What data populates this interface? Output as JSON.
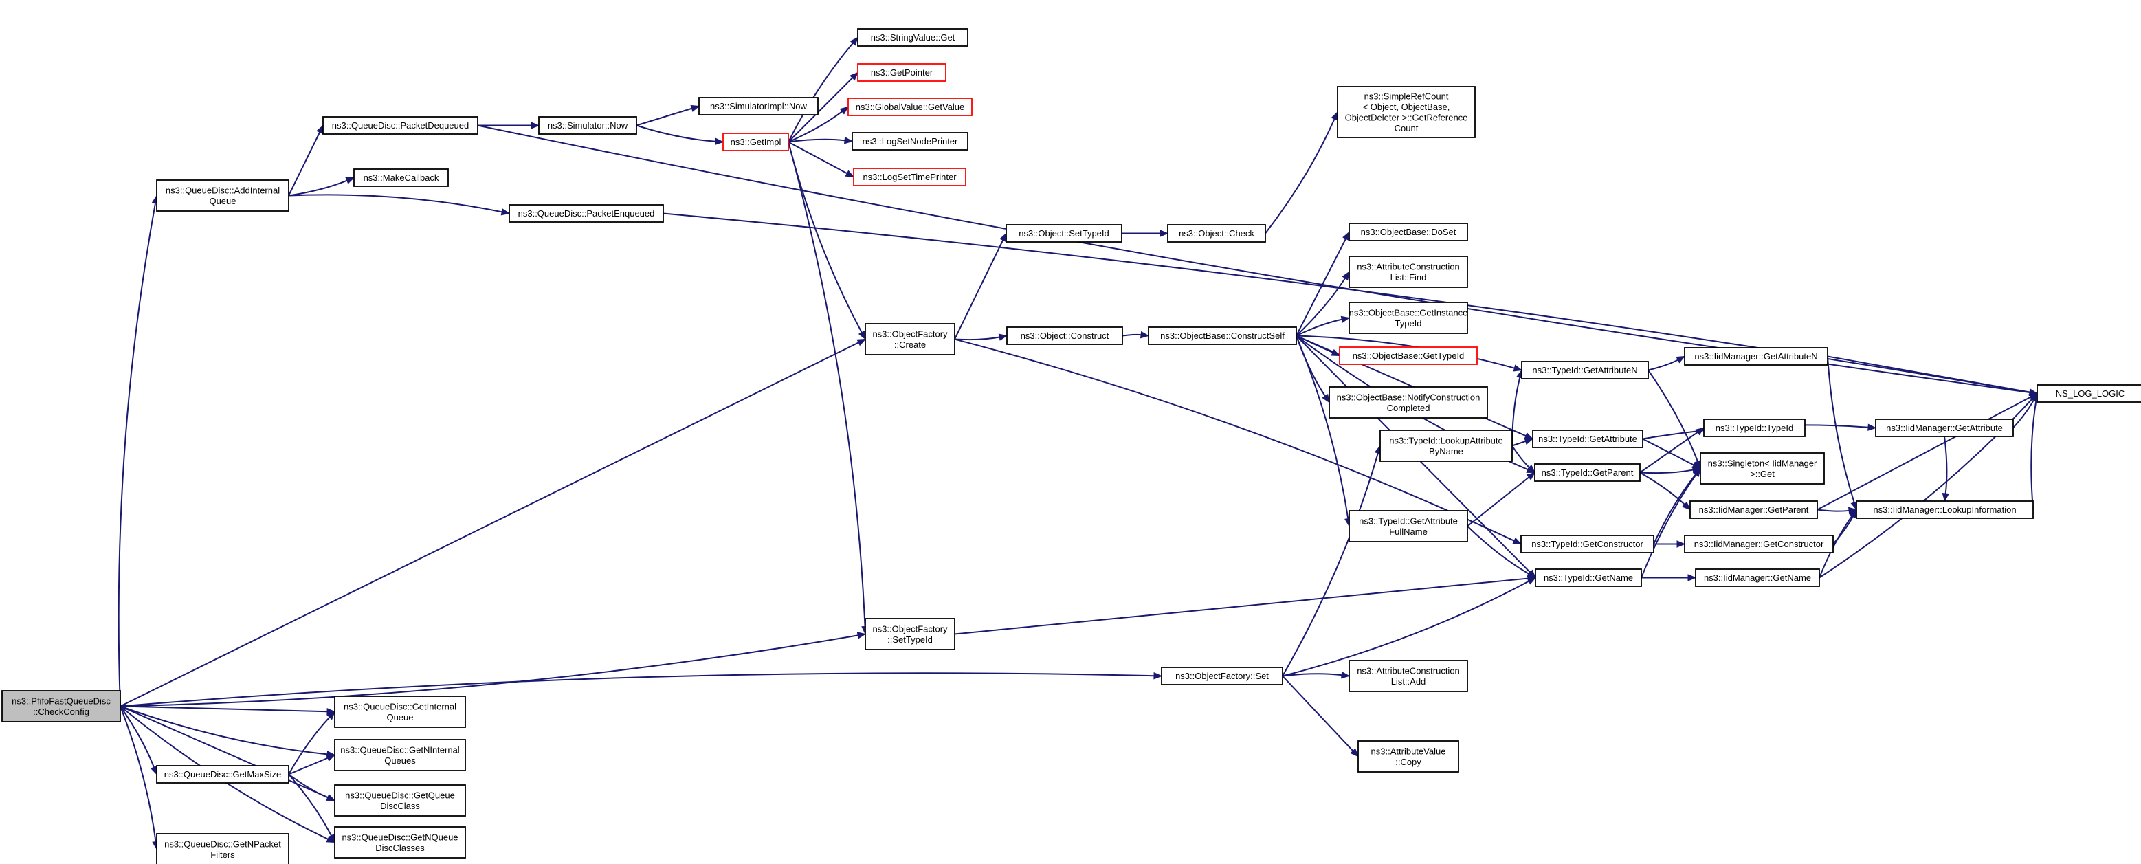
{
  "graph": {
    "nodes": [
      {
        "id": "root",
        "lines": [
          "ns3::PfifoFastQueueDisc",
          "::CheckConfig"
        ],
        "style": "root"
      },
      {
        "id": "addInternalQueue",
        "lines": [
          "ns3::QueueDisc::AddInternal",
          "Queue"
        ],
        "style": "normal"
      },
      {
        "id": "packetDequeued",
        "lines": [
          "ns3::QueueDisc::PacketDequeued"
        ],
        "style": "normal"
      },
      {
        "id": "makeCallback",
        "lines": [
          "ns3::MakeCallback"
        ],
        "style": "normal"
      },
      {
        "id": "packetEnqueued",
        "lines": [
          "ns3::QueueDisc::PacketEnqueued"
        ],
        "style": "normal"
      },
      {
        "id": "simulatorNow",
        "lines": [
          "ns3::Simulator::Now"
        ],
        "style": "normal"
      },
      {
        "id": "simulatorImplNow",
        "lines": [
          "ns3::SimulatorImpl::Now"
        ],
        "style": "normal"
      },
      {
        "id": "getImpl",
        "lines": [
          "ns3::GetImpl"
        ],
        "style": "red"
      },
      {
        "id": "stringValueGet",
        "lines": [
          "ns3::StringValue::Get"
        ],
        "style": "normal"
      },
      {
        "id": "getPointer",
        "lines": [
          "ns3::GetPointer"
        ],
        "style": "red"
      },
      {
        "id": "globalValueGetValue",
        "lines": [
          "ns3::GlobalValue::GetValue"
        ],
        "style": "red"
      },
      {
        "id": "logSetNodePrinter",
        "lines": [
          "ns3::LogSetNodePrinter"
        ],
        "style": "normal"
      },
      {
        "id": "logSetTimePrinter",
        "lines": [
          "ns3::LogSetTimePrinter"
        ],
        "style": "red"
      },
      {
        "id": "objectFactoryCreate",
        "lines": [
          "ns3::ObjectFactory",
          "::Create"
        ],
        "style": "normal"
      },
      {
        "id": "objectSetTypeId",
        "lines": [
          "ns3::Object::SetTypeId"
        ],
        "style": "normal"
      },
      {
        "id": "objectCheck",
        "lines": [
          "ns3::Object::Check"
        ],
        "style": "normal"
      },
      {
        "id": "simpleRefCount",
        "lines": [
          "ns3::SimpleRefCount",
          "< Object, ObjectBase,",
          "ObjectDeleter >::GetReference",
          "Count"
        ],
        "style": "normal"
      },
      {
        "id": "objectConstruct",
        "lines": [
          "ns3::Object::Construct"
        ],
        "style": "normal"
      },
      {
        "id": "constructSelf",
        "lines": [
          "ns3::ObjectBase::ConstructSelf"
        ],
        "style": "normal"
      },
      {
        "id": "doSet",
        "lines": [
          "ns3::ObjectBase::DoSet"
        ],
        "style": "normal"
      },
      {
        "id": "aclFind",
        "lines": [
          "ns3::AttributeConstruction",
          "List::Find"
        ],
        "style": "normal"
      },
      {
        "id": "getInstanceTypeId",
        "lines": [
          "ns3::ObjectBase::GetInstance",
          "TypeId"
        ],
        "style": "normal"
      },
      {
        "id": "objectBaseGetTypeId",
        "lines": [
          "ns3::ObjectBase::GetTypeId"
        ],
        "style": "red"
      },
      {
        "id": "notifyConstructionCompleted",
        "lines": [
          "ns3::ObjectBase::NotifyConstruction",
          "Completed"
        ],
        "style": "normal"
      },
      {
        "id": "typeIdGetAttributeN",
        "lines": [
          "ns3::TypeId::GetAttributeN"
        ],
        "style": "normal"
      },
      {
        "id": "iidGetAttributeN",
        "lines": [
          "ns3::IidManager::GetAttributeN"
        ],
        "style": "normal"
      },
      {
        "id": "nsLogLogic",
        "lines": [
          "NS_LOG_LOGIC"
        ],
        "style": "normal"
      },
      {
        "id": "lookupAttributeByName",
        "lines": [
          "ns3::TypeId::LookupAttribute",
          "ByName"
        ],
        "style": "normal"
      },
      {
        "id": "typeIdGetAttribute",
        "lines": [
          "ns3::TypeId::GetAttribute"
        ],
        "style": "normal"
      },
      {
        "id": "iidGetAttribute",
        "lines": [
          "ns3::IidManager::GetAttribute"
        ],
        "style": "normal"
      },
      {
        "id": "typeIdTypeId",
        "lines": [
          "ns3::TypeId::TypeId"
        ],
        "style": "normal"
      },
      {
        "id": "typeIdGetParent",
        "lines": [
          "ns3::TypeId::GetParent"
        ],
        "style": "normal"
      },
      {
        "id": "singletonGet",
        "lines": [
          "ns3::Singleton< IidManager",
          ">::Get"
        ],
        "style": "normal"
      },
      {
        "id": "iidGetParent",
        "lines": [
          "ns3::IidManager::GetParent"
        ],
        "style": "normal"
      },
      {
        "id": "lookupInformation",
        "lines": [
          "ns3::IidManager::LookupInformation"
        ],
        "style": "normal"
      },
      {
        "id": "getAttributeFullName",
        "lines": [
          "ns3::TypeId::GetAttribute",
          "FullName"
        ],
        "style": "normal"
      },
      {
        "id": "typeIdGetConstructor",
        "lines": [
          "ns3::TypeId::GetConstructor"
        ],
        "style": "normal"
      },
      {
        "id": "iidGetConstructor",
        "lines": [
          "ns3::IidManager::GetConstructor"
        ],
        "style": "normal"
      },
      {
        "id": "typeIdGetName",
        "lines": [
          "ns3::TypeId::GetName"
        ],
        "style": "normal"
      },
      {
        "id": "iidGetName",
        "lines": [
          "ns3::IidManager::GetName"
        ],
        "style": "normal"
      },
      {
        "id": "objectFactorySetTypeId",
        "lines": [
          "ns3::ObjectFactory",
          "::SetTypeId"
        ],
        "style": "normal"
      },
      {
        "id": "objectFactorySet",
        "lines": [
          "ns3::ObjectFactory::Set"
        ],
        "style": "normal"
      },
      {
        "id": "aclAdd",
        "lines": [
          "ns3::AttributeConstruction",
          "List::Add"
        ],
        "style": "normal"
      },
      {
        "id": "attributeValueCopy",
        "lines": [
          "ns3::AttributeValue",
          "::Copy"
        ],
        "style": "normal"
      },
      {
        "id": "getInternalQueue",
        "lines": [
          "ns3::QueueDisc::GetInternal",
          "Queue"
        ],
        "style": "normal"
      },
      {
        "id": "getNInternalQueues",
        "lines": [
          "ns3::QueueDisc::GetNInternal",
          "Queues"
        ],
        "style": "normal"
      },
      {
        "id": "getMaxSize",
        "lines": [
          "ns3::QueueDisc::GetMaxSize"
        ],
        "style": "normal"
      },
      {
        "id": "getQueueDiscClass",
        "lines": [
          "ns3::QueueDisc::GetQueue",
          "DiscClass"
        ],
        "style": "normal"
      },
      {
        "id": "getNQueueDiscClasses",
        "lines": [
          "ns3::QueueDisc::GetNQueue",
          "DiscClasses"
        ],
        "style": "normal"
      },
      {
        "id": "getNPacketFilters",
        "lines": [
          "ns3::QueueDisc::GetNPacket",
          "Filters"
        ],
        "style": "normal"
      }
    ],
    "edges": [
      [
        "root",
        "addInternalQueue"
      ],
      [
        "root",
        "objectFactoryCreate"
      ],
      [
        "root",
        "objectFactorySetTypeId"
      ],
      [
        "root",
        "objectFactorySet"
      ],
      [
        "root",
        "getInternalQueue"
      ],
      [
        "root",
        "getNInternalQueues"
      ],
      [
        "root",
        "getMaxSize"
      ],
      [
        "root",
        "getQueueDiscClass"
      ],
      [
        "root",
        "getNQueueDiscClasses"
      ],
      [
        "root",
        "getNPacketFilters"
      ],
      [
        "addInternalQueue",
        "packetDequeued"
      ],
      [
        "addInternalQueue",
        "makeCallback"
      ],
      [
        "addInternalQueue",
        "packetEnqueued"
      ],
      [
        "packetDequeued",
        "simulatorNow"
      ],
      [
        "packetDequeued",
        "nsLogLogic"
      ],
      [
        "packetEnqueued",
        "nsLogLogic"
      ],
      [
        "simulatorNow",
        "simulatorImplNow"
      ],
      [
        "simulatorNow",
        "getImpl"
      ],
      [
        "getImpl",
        "stringValueGet"
      ],
      [
        "getImpl",
        "getPointer"
      ],
      [
        "getImpl",
        "globalValueGetValue"
      ],
      [
        "getImpl",
        "logSetNodePrinter"
      ],
      [
        "getImpl",
        "logSetTimePrinter"
      ],
      [
        "getImpl",
        "objectFactoryCreate"
      ],
      [
        "getImpl",
        "objectFactorySetTypeId"
      ],
      [
        "objectFactoryCreate",
        "objectSetTypeId"
      ],
      [
        "objectFactoryCreate",
        "objectConstruct"
      ],
      [
        "objectFactoryCreate",
        "typeIdGetConstructor"
      ],
      [
        "objectSetTypeId",
        "objectCheck"
      ],
      [
        "objectCheck",
        "simpleRefCount"
      ],
      [
        "objectConstruct",
        "constructSelf"
      ],
      [
        "constructSelf",
        "doSet"
      ],
      [
        "constructSelf",
        "aclFind"
      ],
      [
        "constructSelf",
        "getInstanceTypeId"
      ],
      [
        "constructSelf",
        "objectBaseGetTypeId"
      ],
      [
        "constructSelf",
        "notifyConstructionCompleted"
      ],
      [
        "constructSelf",
        "typeIdGetAttributeN"
      ],
      [
        "constructSelf",
        "typeIdGetAttribute"
      ],
      [
        "constructSelf",
        "typeIdGetParent"
      ],
      [
        "constructSelf",
        "getAttributeFullName"
      ],
      [
        "constructSelf",
        "typeIdGetName"
      ],
      [
        "typeIdGetAttributeN",
        "iidGetAttributeN"
      ],
      [
        "typeIdGetAttributeN",
        "singletonGet"
      ],
      [
        "iidGetAttributeN",
        "nsLogLogic"
      ],
      [
        "iidGetAttributeN",
        "lookupInformation"
      ],
      [
        "lookupAttributeByName",
        "typeIdGetAttributeN"
      ],
      [
        "lookupAttributeByName",
        "typeIdGetAttribute"
      ],
      [
        "lookupAttributeByName",
        "typeIdGetParent"
      ],
      [
        "typeIdGetAttribute",
        "iidGetAttribute"
      ],
      [
        "typeIdGetAttribute",
        "singletonGet"
      ],
      [
        "iidGetAttribute",
        "nsLogLogic"
      ],
      [
        "iidGetAttribute",
        "lookupInformation"
      ],
      [
        "typeIdGetParent",
        "typeIdTypeId"
      ],
      [
        "typeIdGetParent",
        "singletonGet"
      ],
      [
        "typeIdGetParent",
        "iidGetParent"
      ],
      [
        "iidGetParent",
        "nsLogLogic"
      ],
      [
        "iidGetParent",
        "lookupInformation"
      ],
      [
        "lookupInformation",
        "nsLogLogic"
      ],
      [
        "getAttributeFullName",
        "typeIdGetParent"
      ],
      [
        "getAttributeFullName",
        "typeIdGetName"
      ],
      [
        "typeIdGetConstructor",
        "singletonGet"
      ],
      [
        "typeIdGetConstructor",
        "iidGetConstructor"
      ],
      [
        "iidGetConstructor",
        "lookupInformation"
      ],
      [
        "typeIdGetName",
        "singletonGet"
      ],
      [
        "typeIdGetName",
        "iidGetName"
      ],
      [
        "iidGetName",
        "nsLogLogic"
      ],
      [
        "iidGetName",
        "lookupInformation"
      ],
      [
        "objectFactorySetTypeId",
        "typeIdGetName"
      ],
      [
        "objectFactorySet",
        "lookupAttributeByName"
      ],
      [
        "objectFactorySet",
        "aclAdd"
      ],
      [
        "objectFactorySet",
        "attributeValueCopy"
      ],
      [
        "objectFactorySet",
        "typeIdGetName"
      ],
      [
        "getMaxSize",
        "getInternalQueue"
      ],
      [
        "getMaxSize",
        "getNInternalQueues"
      ],
      [
        "getMaxSize",
        "getQueueDiscClass"
      ],
      [
        "getMaxSize",
        "getNQueueDiscClasses"
      ]
    ]
  }
}
